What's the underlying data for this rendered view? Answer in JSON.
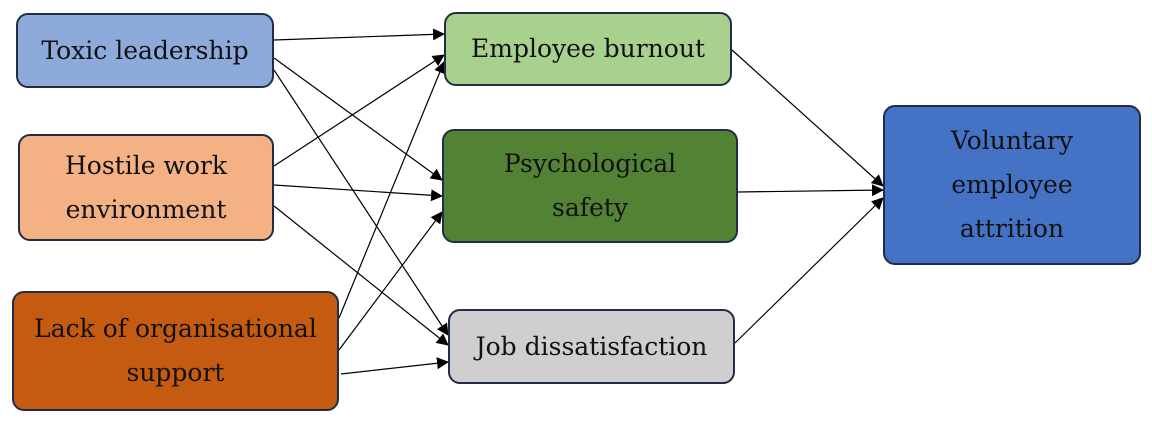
{
  "nodes": {
    "toxic_leadership": {
      "label": "Toxic leadership",
      "color": "#8eaadb"
    },
    "hostile_work_environment": {
      "line1": "Hostile work",
      "line2": "environment",
      "color": "#f4b183"
    },
    "lack_of_support": {
      "line1": "Lack of organisational",
      "line2": "support",
      "color": "#c55a11"
    },
    "employee_burnout": {
      "label": "Employee burnout",
      "color": "#a9d18e"
    },
    "psychological_safety": {
      "line1": "Psychological",
      "line2": "safety",
      "color": "#548235"
    },
    "job_dissatisfaction": {
      "label": "Job dissatisfaction",
      "color": "#d0cece"
    },
    "voluntary_attrition": {
      "line1": "Voluntary",
      "line2": "employee",
      "line3": "attrition",
      "color": "#4472c4"
    }
  },
  "edges": [
    [
      "toxic_leadership",
      "employee_burnout"
    ],
    [
      "toxic_leadership",
      "psychological_safety"
    ],
    [
      "toxic_leadership",
      "job_dissatisfaction"
    ],
    [
      "hostile_work_environment",
      "employee_burnout"
    ],
    [
      "hostile_work_environment",
      "psychological_safety"
    ],
    [
      "hostile_work_environment",
      "job_dissatisfaction"
    ],
    [
      "lack_of_support",
      "employee_burnout"
    ],
    [
      "lack_of_support",
      "psychological_safety"
    ],
    [
      "lack_of_support",
      "job_dissatisfaction"
    ],
    [
      "employee_burnout",
      "voluntary_attrition"
    ],
    [
      "psychological_safety",
      "voluntary_attrition"
    ],
    [
      "job_dissatisfaction",
      "voluntary_attrition"
    ]
  ]
}
